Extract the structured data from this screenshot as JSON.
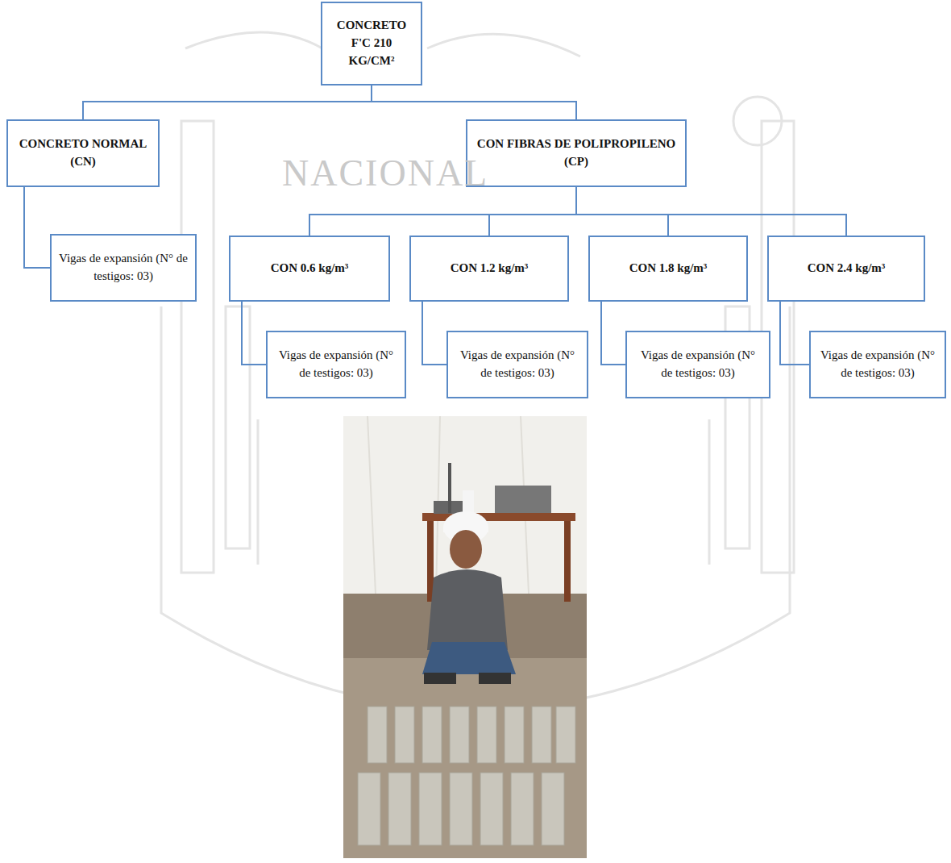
{
  "diagram": {
    "nodes": [
      {
        "text": [
          "CONCRETO F'C 210 KG/CM²"
        ]
      },
      {
        "text": [
          "CONCRETO NORMAL (CN)"
        ]
      },
      {
        "text": [
          "CON FIBRAS DE POLIPROPILENO (CP)"
        ]
      },
      {
        "text": [
          "Vigas de expansión (N° de testigos: 03)"
        ]
      },
      {
        "text": [
          "CON 0.6 kg/m³"
        ]
      },
      {
        "text": [
          "CON 1.2 kg/m³"
        ]
      },
      {
        "text": [
          "CON 1.8 kg/m³"
        ]
      },
      {
        "text": [
          "CON 2.4 kg/m³"
        ]
      },
      {
        "text": [
          "Vigas de expansión (N° de testigos: 03)"
        ]
      },
      {
        "text": [
          "Vigas de expansión (N° de testigos: 03)"
        ]
      },
      {
        "text": [
          "Vigas de expansión (N° de testigos: 03)"
        ]
      },
      {
        "text": [
          "Vigas de expansión (N° de testigos: 03)"
        ]
      }
    ],
    "edges": [
      {
        "from": 0,
        "to": 1,
        "arrow": "none"
      },
      {
        "from": 0,
        "to": 2,
        "arrow": "none"
      },
      {
        "from": 1,
        "to": 3,
        "arrow": "none"
      },
      {
        "from": 2,
        "to": 4,
        "arrow": "none"
      },
      {
        "from": 2,
        "to": 5,
        "arrow": "none"
      },
      {
        "from": 2,
        "to": 6,
        "arrow": "none"
      },
      {
        "from": 2,
        "to": 7,
        "arrow": "none"
      },
      {
        "from": 4,
        "to": 8,
        "arrow": "none"
      },
      {
        "from": 5,
        "to": 9,
        "arrow": "none"
      },
      {
        "from": 6,
        "to": 10,
        "arrow": "none"
      },
      {
        "from": 7,
        "to": 11,
        "arrow": "none"
      }
    ],
    "labels": [
      "NACIONAL"
    ]
  }
}
